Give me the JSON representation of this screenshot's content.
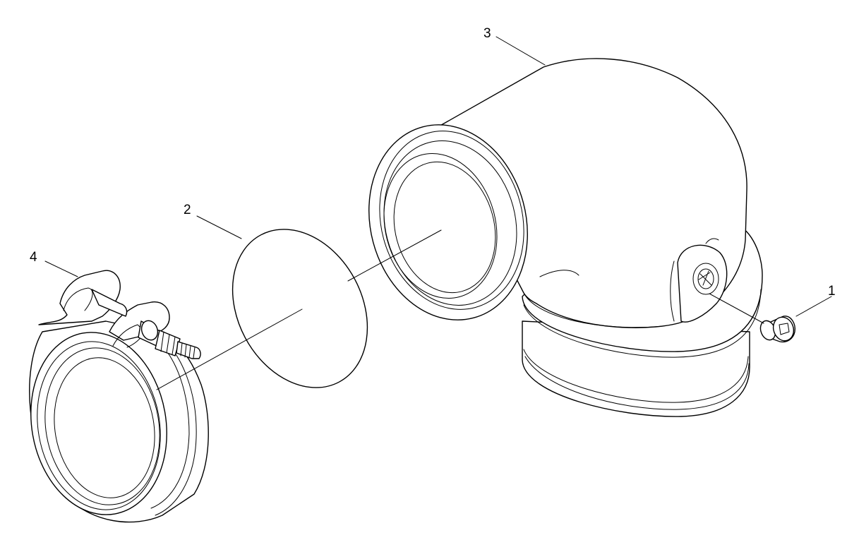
{
  "figure": {
    "callouts": [
      {
        "id": "callout-1",
        "label": "1"
      },
      {
        "id": "callout-2",
        "label": "2"
      },
      {
        "id": "callout-3",
        "label": "3"
      },
      {
        "id": "callout-4",
        "label": "4"
      }
    ]
  }
}
